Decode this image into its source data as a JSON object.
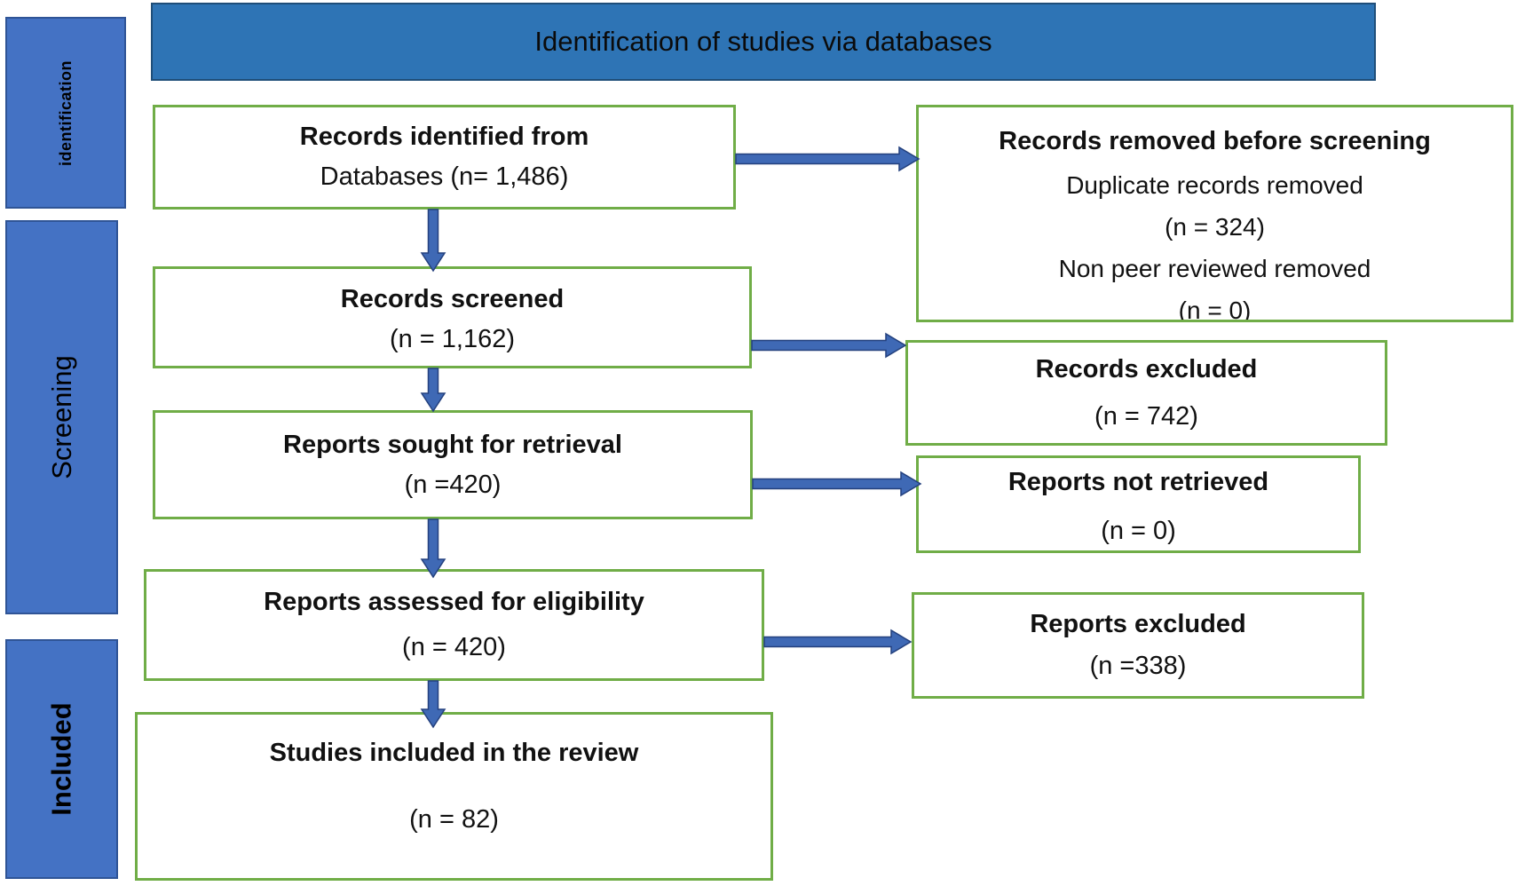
{
  "banner": {
    "title": "Identification of studies via databases"
  },
  "sidebar": {
    "identification": "identification",
    "screening": "Screening",
    "included": "Included"
  },
  "boxes": {
    "records_identified": {
      "title": "Records identified from",
      "value": "Databases (n= 1,486)"
    },
    "records_removed": {
      "title": "Records removed before screening",
      "lines": [
        "Duplicate records removed",
        "(n = 324)",
        "Non peer reviewed removed",
        "(n = 0)"
      ]
    },
    "records_screened": {
      "title": "Records screened",
      "value": "(n = 1,162)"
    },
    "records_excluded": {
      "title": "Records excluded",
      "value": "(n = 742)"
    },
    "reports_sought": {
      "title": "Reports sought for retrieval",
      "value": "(n =420)"
    },
    "reports_not_retrieved": {
      "title": "Reports not retrieved",
      "value": "(n = 0)"
    },
    "reports_assessed": {
      "title": "Reports assessed for eligibility",
      "value": "(n = 420)"
    },
    "reports_excluded": {
      "title": "Reports excluded",
      "value": "(n =338)"
    },
    "studies_included": {
      "title": "Studies included in the review",
      "value": "(n = 82)"
    }
  },
  "colors": {
    "green": "#70AD47",
    "banner": "#2E74B5",
    "banner-border": "#1F4E79",
    "side": "#4472C4",
    "side-border": "#2F5496",
    "arrow": "#3F69B5",
    "arrow-border": "#24417E"
  }
}
